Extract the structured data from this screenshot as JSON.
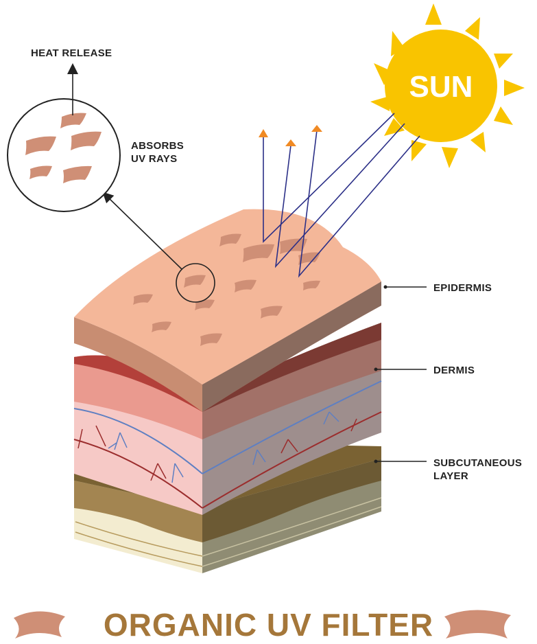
{
  "sun": {
    "label": "SUN"
  },
  "labels": {
    "heat_release": "HEAT RELEASE",
    "absorbs_line1": "ABSORBS",
    "absorbs_line2": "UV RAYS",
    "epidermis": "EPIDERMIS",
    "dermis": "DERMIS",
    "subcutaneous_line1": "SUBCUTANEOUS",
    "subcutaneous_line2": "LAYER"
  },
  "footer": {
    "title": "ORGANIC UV FILTER"
  },
  "colors": {
    "sun": "#f9c400",
    "ray": "#2b2f87",
    "arrow_tip": "#f08a24",
    "filter_particle": "#cf8f76",
    "epidermis_top": "#f4b799",
    "epidermis_side": "#8a6b5e",
    "dermis_red": "#b3403a",
    "subcutaneous_brown": "#8a6a3a",
    "footer_text": "#a5773a"
  }
}
